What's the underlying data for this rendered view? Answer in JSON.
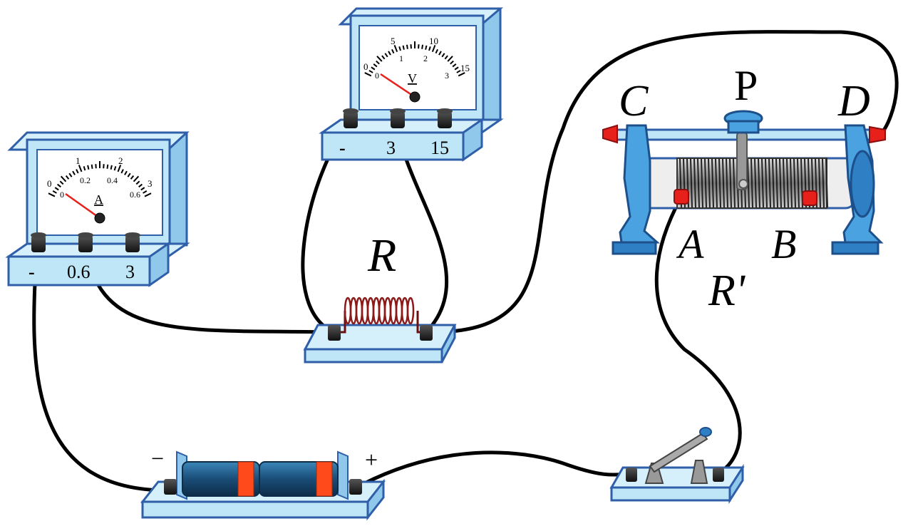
{
  "ammeter": {
    "terminals": {
      "neg": "-",
      "mid": "0.6",
      "high": "3"
    },
    "unit": "A",
    "outer_scale": [
      "0",
      "1",
      "2",
      "3"
    ],
    "inner_scale": [
      "0",
      "0.2",
      "0.4",
      "0.6"
    ]
  },
  "voltmeter": {
    "terminals": {
      "neg": "-",
      "mid": "3",
      "high": "15"
    },
    "unit": "V",
    "outer_scale": [
      "0",
      "5",
      "10",
      "15"
    ],
    "inner_scale": [
      "0",
      "1",
      "2",
      "3"
    ]
  },
  "resistor": {
    "label": "R"
  },
  "rheostat": {
    "slider_label": "P",
    "top_left": "C",
    "top_right": "D",
    "bottom_left": "A",
    "bottom_right": "B",
    "name": "R'"
  },
  "battery": {
    "neg_label": "−",
    "pos_label": "+"
  },
  "colors": {
    "panel_face": "#bfe6f7",
    "panel_edge": "#2f5fa8",
    "wire": "#000000",
    "coil": "#8b1a1a",
    "red": "#e8201c",
    "battery": "#1e5a8a",
    "rheostat_blue": "#4aa3e0"
  }
}
